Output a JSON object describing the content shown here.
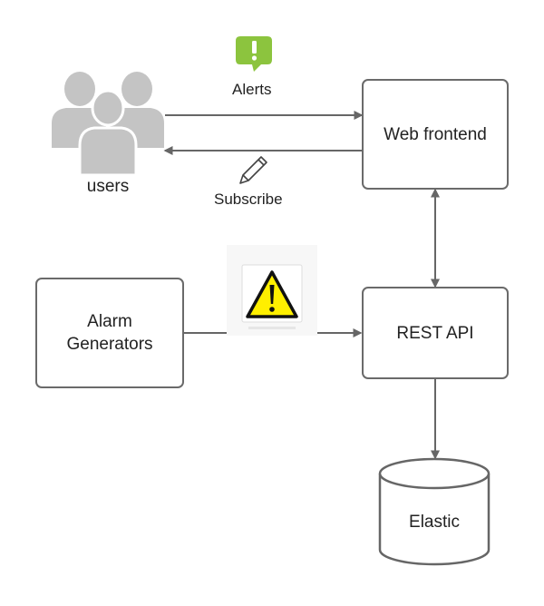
{
  "nodes": {
    "users": {
      "label": "users",
      "icon": "users-group-icon"
    },
    "web_frontend": {
      "label": "Web frontend"
    },
    "rest_api": {
      "label": "REST API"
    },
    "alarm_generators": {
      "label_line1": "Alarm",
      "label_line2": "Generators"
    },
    "elastic": {
      "label": "Elastic",
      "icon": "database-cylinder-icon"
    }
  },
  "edges": {
    "alerts": {
      "label": "Alerts",
      "icon": "alert-speech-bubble-icon"
    },
    "subscribe": {
      "label": "Subscribe",
      "icon": "pencil-icon"
    },
    "alarm_flow": {
      "icon": "warning-triangle-icon"
    }
  },
  "colors": {
    "border": "#6a6a6a",
    "arrow": "#666666",
    "user_icon": "#c4c4c4",
    "alert_green": "#8cc43e",
    "warning_yellow": "#ffef00"
  }
}
